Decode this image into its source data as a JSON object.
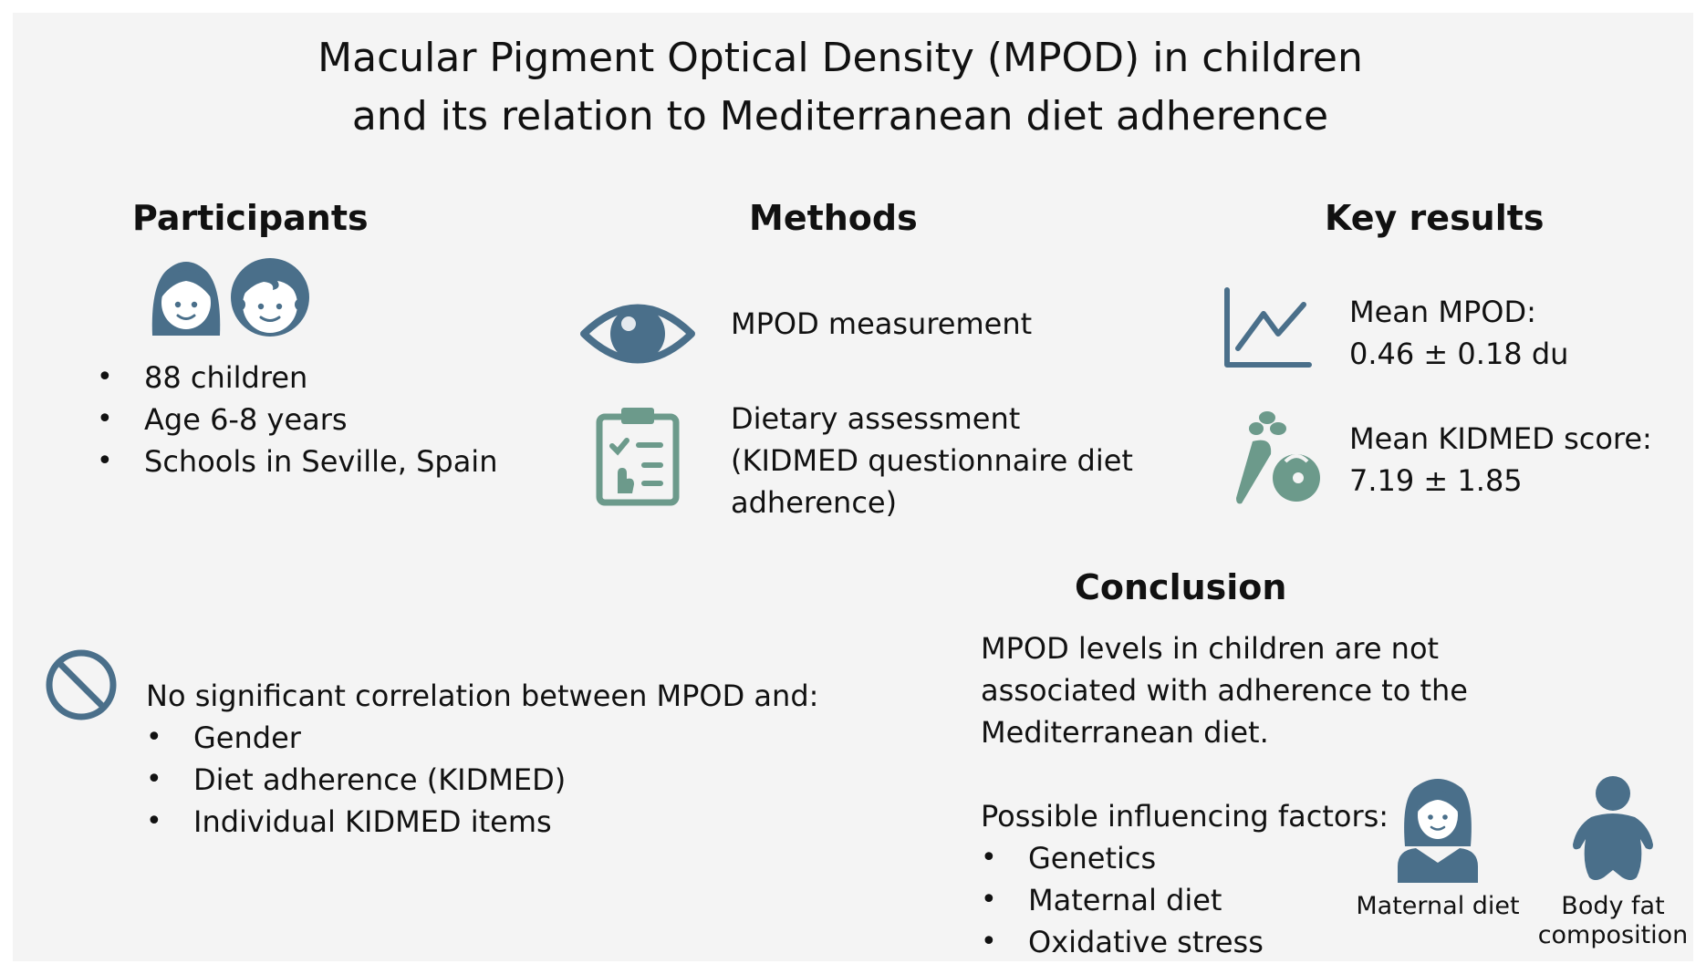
{
  "title": {
    "line1": "Macular Pigment Optical Density (MPOD) in children",
    "line2": "and its relation to Mediterranean diet adherence"
  },
  "participants": {
    "heading": "Participants",
    "icon": "children-icon",
    "items": [
      "88 children",
      "Age 6-8 years",
      "Schools in Seville, Spain"
    ]
  },
  "methods": {
    "heading": "Methods",
    "items": [
      {
        "icon": "eye-icon",
        "text": "MPOD measurement"
      },
      {
        "icon": "clipboard-checklist-icon",
        "lines": [
          "Dietary assessment",
          "(KIDMED questionnaire diet",
          "adherence)"
        ]
      }
    ]
  },
  "key_results": {
    "heading": "Key results",
    "items": [
      {
        "icon": "line-chart-icon",
        "label": "Mean MPOD:",
        "value": "0.46 ± 0.18 du"
      },
      {
        "icon": "vegetables-icon",
        "label": "Mean KIDMED score:",
        "value": "7.19 ± 1.85"
      }
    ]
  },
  "no_correlation": {
    "icon": "prohibited-icon",
    "intro": "No significant correlation between MPOD and:",
    "items": [
      "Gender",
      "Diet adherence (KIDMED)",
      "Individual KIDMED items"
    ]
  },
  "conclusion": {
    "heading": "Conclusion",
    "lines": [
      "MPOD levels in children are not",
      "associated with adherence to the",
      "Mediterranean diet."
    ],
    "factors_intro": "Possible influencing factors:",
    "factors": [
      "Genetics",
      "Maternal diet",
      "Oxidative stress"
    ],
    "factor_icons": [
      {
        "icon": "mother-icon",
        "label": "Maternal diet"
      },
      {
        "icon": "baby-icon",
        "label_line1": "Body fat",
        "label_line2": "composition"
      }
    ]
  },
  "colors": {
    "icon_blue": "#4a6f8a",
    "icon_green": "#6c9a8b",
    "panel_bg": "#f4f4f4"
  }
}
